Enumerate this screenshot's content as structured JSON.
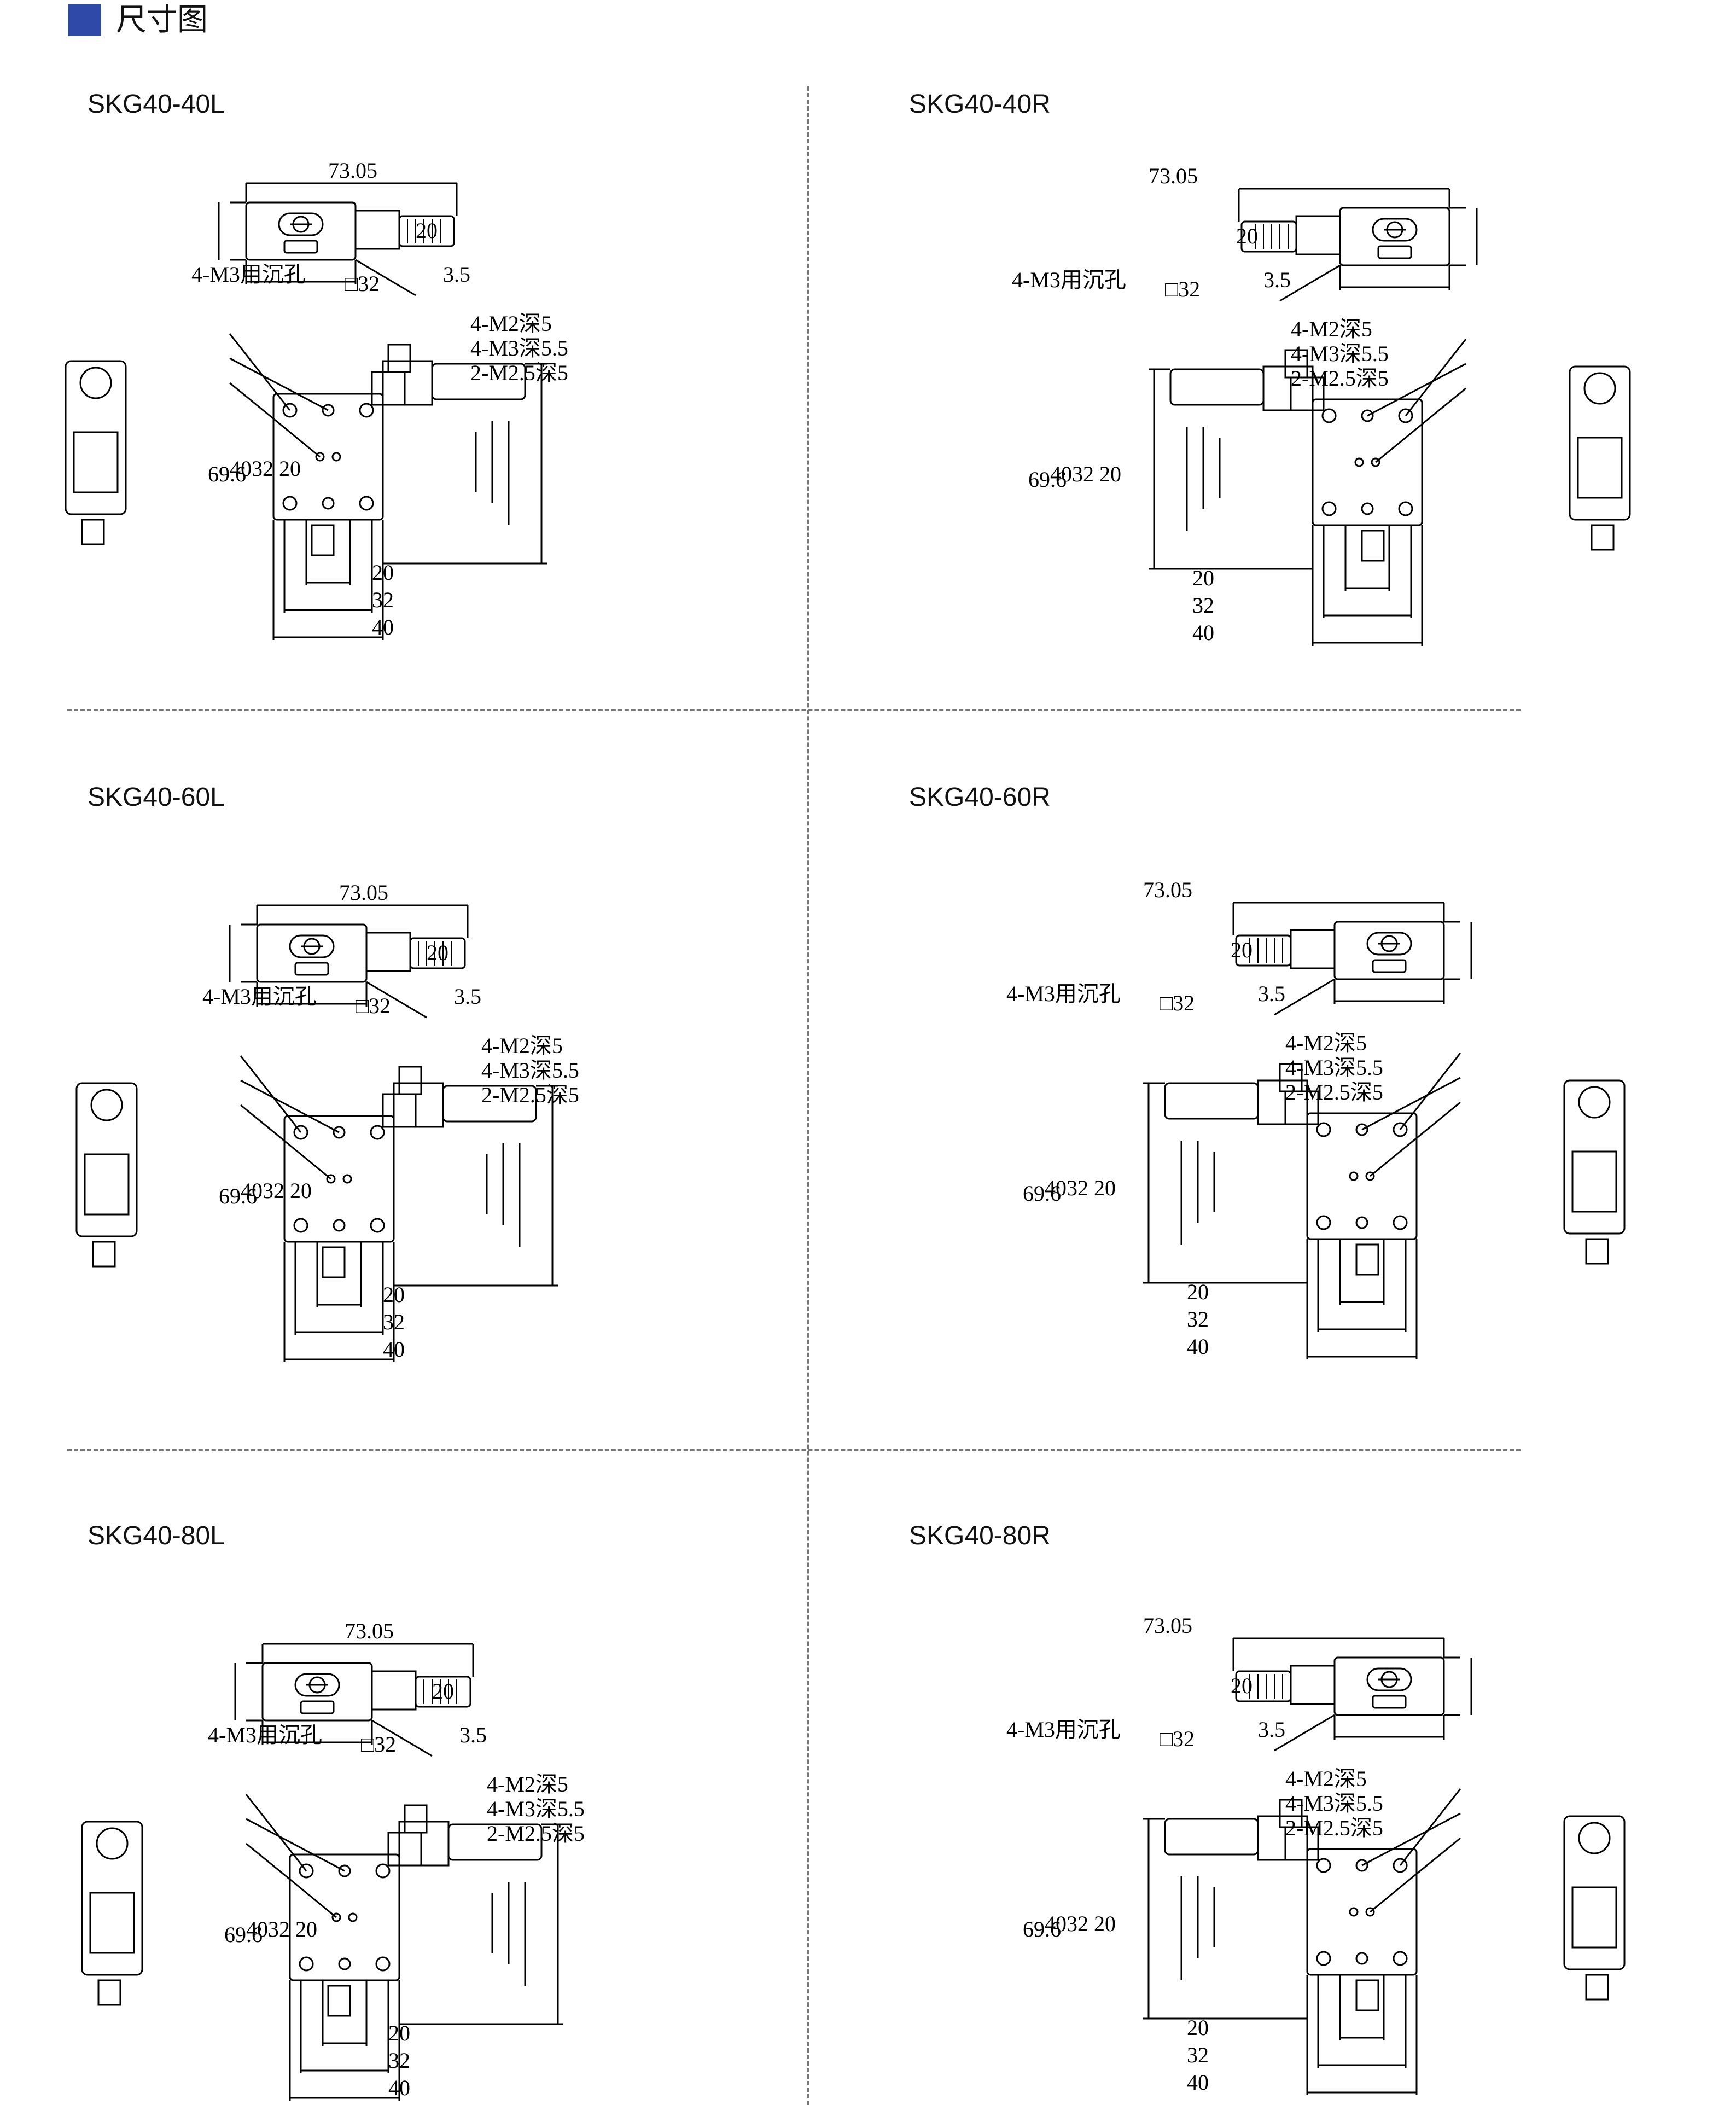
{
  "header": {
    "title": "尺寸图",
    "accent_color": "#2f49a8"
  },
  "panels": [
    {
      "model": "SKG40-40L",
      "side": "L"
    },
    {
      "model": "SKG40-40R",
      "side": "R"
    },
    {
      "model": "SKG40-60L",
      "side": "L"
    },
    {
      "model": "SKG40-60R",
      "side": "R"
    },
    {
      "model": "SKG40-80L",
      "side": "L"
    },
    {
      "model": "SKG40-80R",
      "side": "R"
    }
  ],
  "dims": {
    "length": "73.05",
    "height": "20",
    "gap": "3.5",
    "square": "□32",
    "mount_holes": "4-M3用沉孔",
    "callout_m2": "4-M2深5",
    "callout_m3": "4-M3深5.5",
    "callout_m25": "2-M2.5深5",
    "overall": "69.6",
    "d40": "40",
    "d32": "32",
    "d20": "20"
  }
}
